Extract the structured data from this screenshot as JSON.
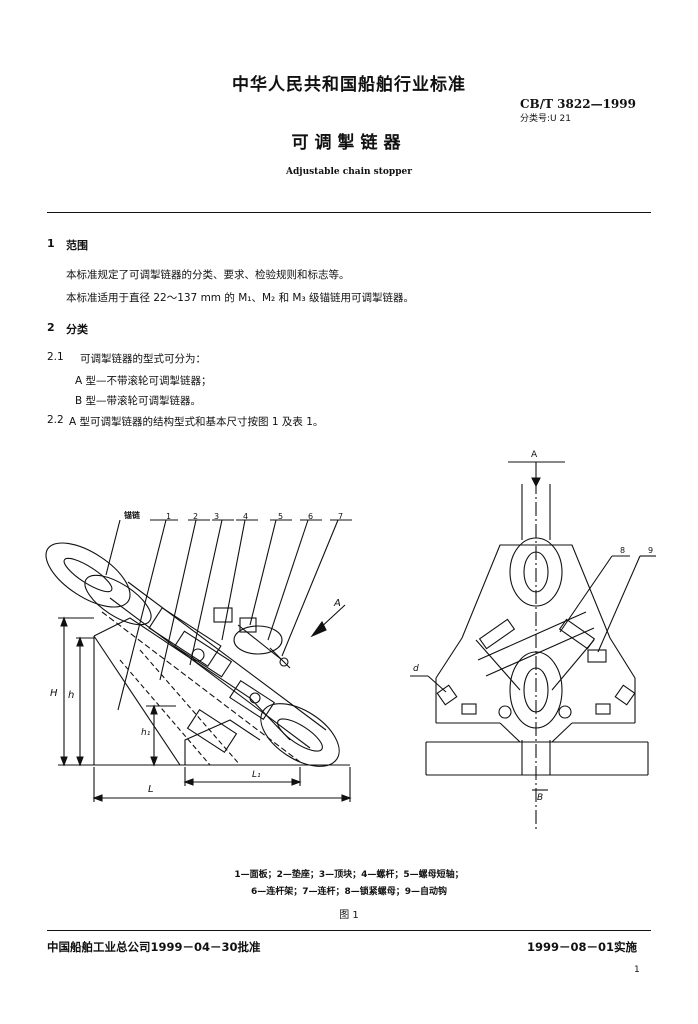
{
  "header": {
    "org_title": "中华人民共和国船舶行业标准",
    "standard_code": "CB/T 3822—1999",
    "classification": "分类号:U 21",
    "title": "可调掣链器",
    "title_en": "Adjustable chain stopper"
  },
  "sections": {
    "s1": {
      "number": "1",
      "title": "范围",
      "lines": [
        "本标准规定了可调掣链器的分类、要求、检验规则和标志等。",
        "本标准适用于直径 22～137 mm 的 M₁、M₂ 和 M₃ 级锚链用可调掣链器。"
      ]
    },
    "s2": {
      "number": "2",
      "title": "分类"
    },
    "s2_1": {
      "number": "2.1",
      "text": "可调掣链器的型式可分为：",
      "items": [
        "A 型—不带滚轮可调掣链器；",
        "B 型—带滚轮可调掣链器。"
      ]
    },
    "s2_2": {
      "number": "2.2",
      "text": "A 型可调掣链器的结构型式和基本尺寸按图 1 及表 1。"
    }
  },
  "figure": {
    "labels": {
      "chain": "锚链",
      "n1": "1",
      "n2": "2",
      "n3": "3",
      "n4": "4",
      "n5": "5",
      "n6": "6",
      "n7": "7",
      "n8": "8",
      "n9": "9",
      "A_left": "A",
      "A_top": "A",
      "H": "H",
      "h": "h",
      "h1": "h₁",
      "L": "L",
      "L1": "L₁",
      "d": "d",
      "B": "B"
    },
    "caption_line1": "1—面板；2—垫座；3—顶块；4—螺杆；5—螺母短轴；",
    "caption_line2": "6—连杆架；7—连杆；8—锁紧螺母；9—自动钩",
    "label": "图 1"
  },
  "footer": {
    "left": "中国船舶工业总公司1999－04－30批准",
    "right": "1999－08－01实施",
    "page": "1"
  }
}
